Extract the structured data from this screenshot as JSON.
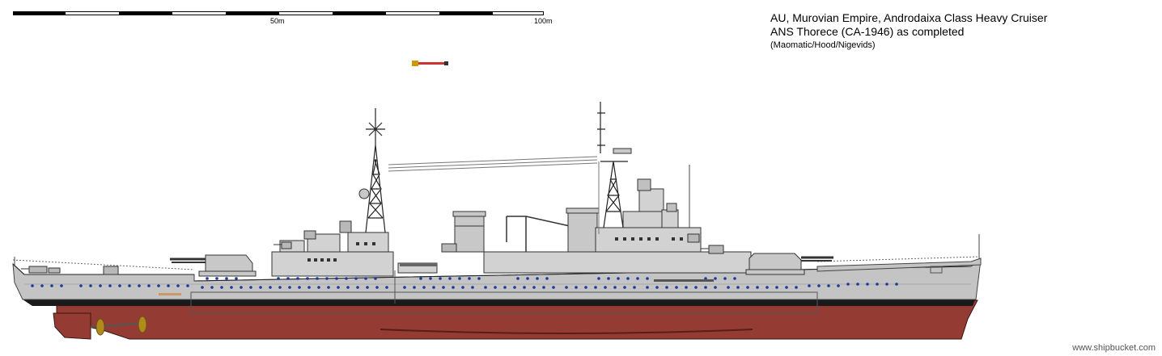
{
  "scale": {
    "label_mid": "50m",
    "label_end": "100m"
  },
  "title": {
    "line1": "AU, Murovian Empire, Androdaixa Class Heavy Cruiser",
    "line2": "ANS Thorece (CA-1946) as completed",
    "credits": "(Maomatic/Hood/Nigevids)"
  },
  "watermark": "www.shipbucket.com",
  "colors": {
    "hull_grey": "#c4c4c4",
    "superstructure_grey": "#d2d2d2",
    "antifouling_red": "#943c34",
    "boot_topping": "#1a1a1a",
    "porthole_blue": "#1a3a9c",
    "boat_blue": "#1d4a8c",
    "propeller_bronze": "#b08a1c"
  }
}
